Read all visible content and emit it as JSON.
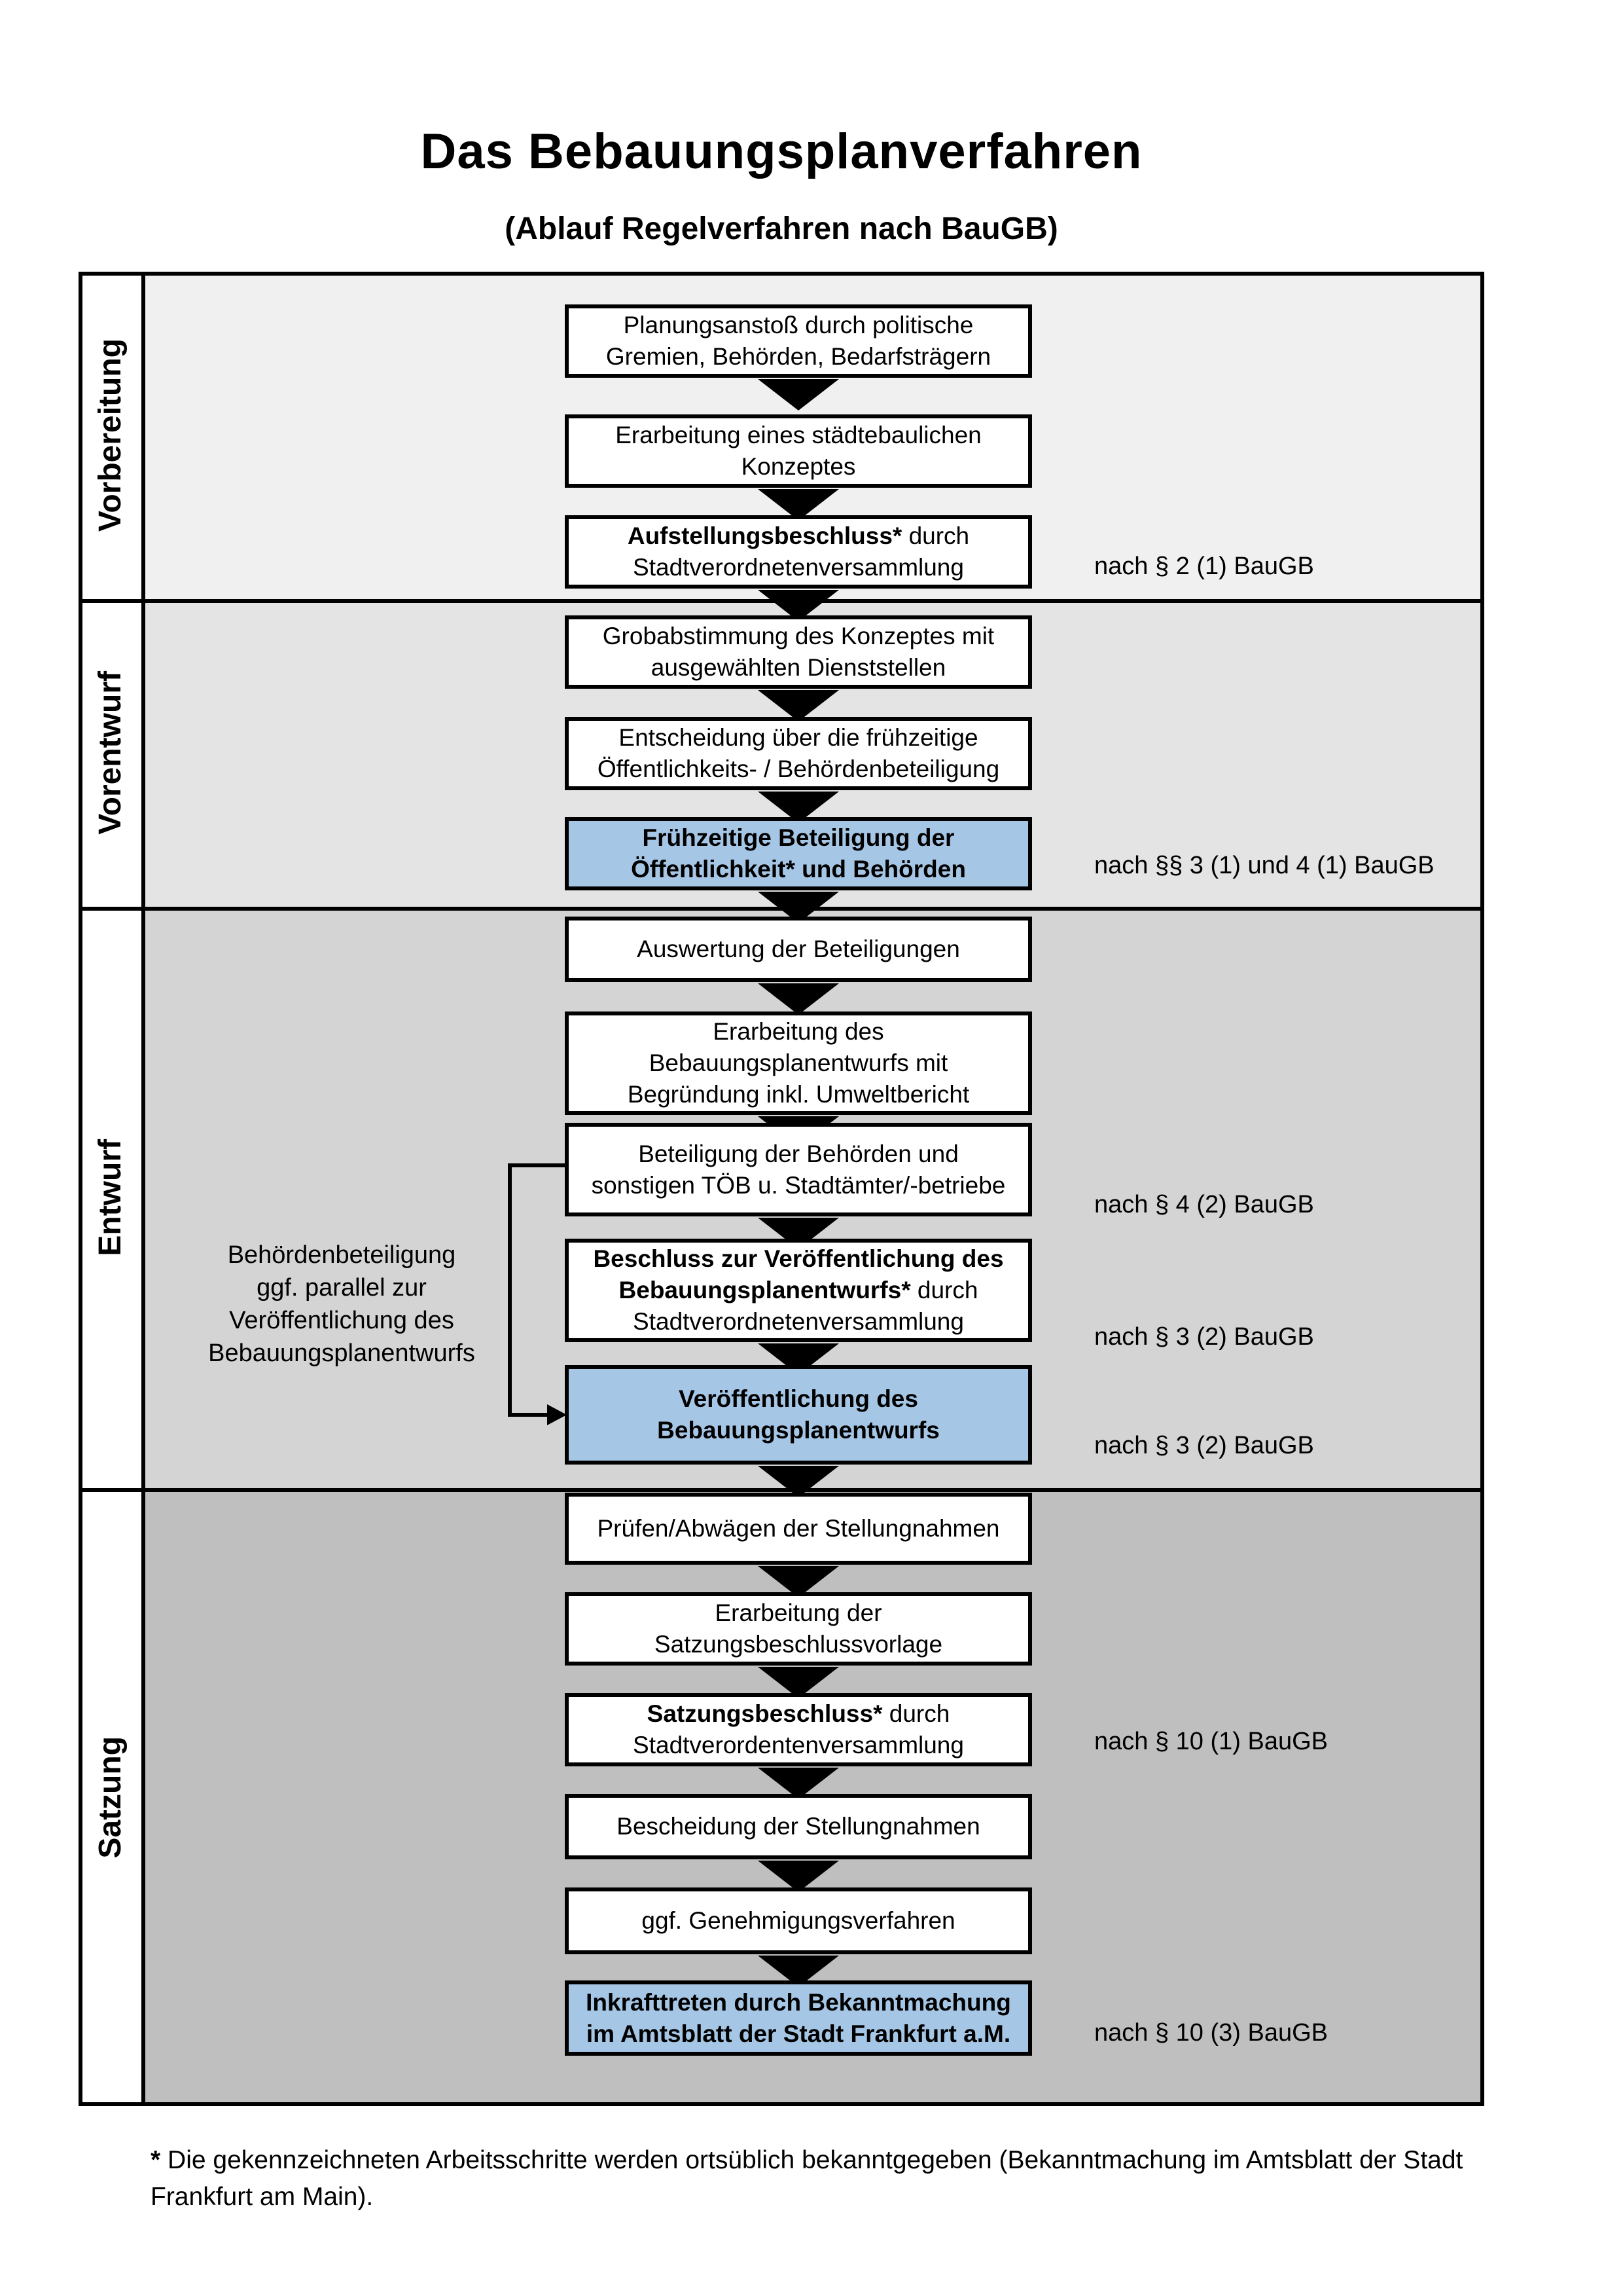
{
  "header": {
    "title": "Das Bebauungsplanverfahren",
    "subtitle": "(Ablauf Regelverfahren nach BauGB)"
  },
  "phases": [
    {
      "label": "Vorbereitung"
    },
    {
      "label": "Vorentwurf"
    },
    {
      "label": "Entwurf"
    },
    {
      "label": "Satzung"
    }
  ],
  "annotation": {
    "text": "Behördenbeteiligung\nggf. parallel zur\nVeröffentlichung des\nBebauungsplanentwurfs"
  },
  "boxes": {
    "b1": {
      "bold": "",
      "rest": "Planungsanstoß durch politische\nGremien, Behörden, Bedarfsträgern",
      "note": ""
    },
    "b2": {
      "bold": "",
      "rest": "Erarbeitung eines städtebaulichen\nKonzeptes",
      "note": ""
    },
    "b3": {
      "bold": "Aufstellungsbeschluss*",
      "rest": " durch\nStadtverordnetenversammlung",
      "note": "nach § 2 (1) BauGB"
    },
    "b4": {
      "bold": "",
      "rest": "Grobabstimmung des Konzeptes mit\nausgewählten Dienststellen",
      "note": ""
    },
    "b5": {
      "bold": "",
      "rest": "Entscheidung über die frühzeitige\nÖffentlichkeits- / Behördenbeteiligung",
      "note": ""
    },
    "b6": {
      "bold": "Frühzeitige Beteiligung der\nÖffentlichkeit* und Behörden",
      "rest": "",
      "note": "nach §§ 3 (1) und 4 (1) BauGB"
    },
    "b7": {
      "bold": "",
      "rest": "Auswertung der Beteiligungen",
      "note": ""
    },
    "b8": {
      "bold": "",
      "rest": "Erarbeitung des\nBebauungsplanentwurfs mit\nBegründung inkl. Umweltbericht",
      "note": ""
    },
    "b9": {
      "bold": "",
      "rest": "Beteiligung der Behörden und\nsonstigen TÖB u. Stadtämter/-betriebe",
      "note": "nach § 4 (2) BauGB"
    },
    "b10": {
      "bold": "Beschluss zur Veröffentlichung des\nBebauungsplanentwurfs*",
      "rest": " durch\nStadtverordnetenversammlung",
      "note": "nach § 3 (2) BauGB"
    },
    "b11": {
      "bold": "Veröffentlichung des\nBebauungsplanentwurfs",
      "rest": "",
      "note": "nach § 3 (2) BauGB"
    },
    "b12": {
      "bold": "",
      "rest": "Prüfen/Abwägen der Stellungnahmen",
      "note": ""
    },
    "b13": {
      "bold": "",
      "rest": "Erarbeitung der\nSatzungsbeschlussvorlage",
      "note": ""
    },
    "b14": {
      "bold": "Satzungsbeschluss*",
      "rest": " durch\nStadtverordentenversammlung",
      "note": "nach § 10 (1) BauGB"
    },
    "b15": {
      "bold": "",
      "rest": "Bescheidung der Stellungnahmen",
      "note": ""
    },
    "b16": {
      "bold": "",
      "rest": "ggf. Genehmigungsverfahren",
      "note": ""
    },
    "b17": {
      "bold": "Inkrafttreten",
      "rest": " durch Bekanntmachung\nim Amtsblatt der Stadt Frankfurt a.M.",
      "note": "nach § 10 (3) BauGB"
    }
  },
  "footnote": {
    "marker": "*",
    "text": " Die gekennzeichneten Arbeitsschritte werden ortsüblich bekanntgegeben (Bekanntmachung im Amtsblatt  der Stadt\nFrankfurt am Main)."
  },
  "colors": {
    "box_highlight_blue": "#a6c6e6",
    "band_vorbereitung": "#f0f0f0",
    "band_vorentwurf": "#e4e4e4",
    "band_entwurf": "#d4d4d4",
    "band_satzung": "#bfbfbf",
    "line": "#000000"
  }
}
